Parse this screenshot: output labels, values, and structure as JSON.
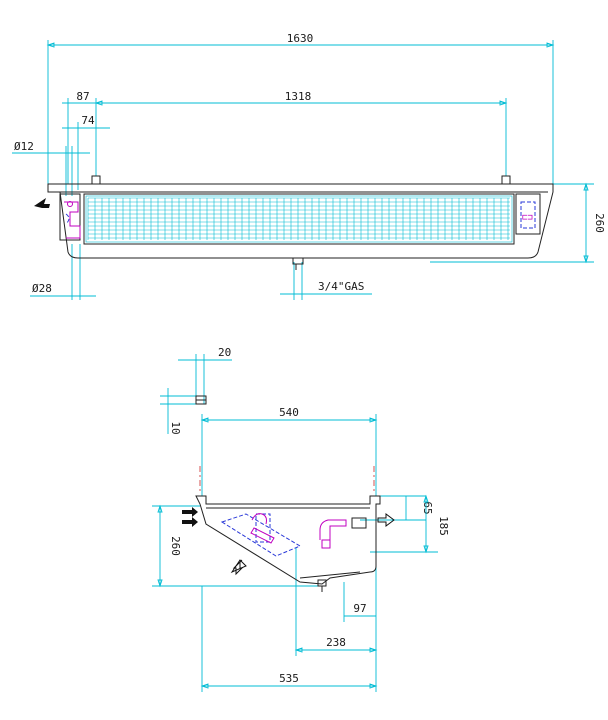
{
  "front_view": {
    "overall_length": "1630",
    "edge_offset": "87",
    "support_spacing": "1318",
    "inlet_offset": "74",
    "inlet_diameter": "Ø12",
    "outlet_diameter": "Ø28",
    "drain_thread": "3/4\"GAS",
    "height": "260"
  },
  "side_view": {
    "bracket_width": "20",
    "bracket_height": "10",
    "top_width": "540",
    "top_height": "65",
    "outlet_height": "185",
    "overall_height": "260",
    "drain_offset": "97",
    "outlet_offset": "238",
    "base_width": "535"
  },
  "colors": {
    "dimension": "#00bcd4",
    "outline": "#222222",
    "fittings": "#c000c0",
    "hidden_lines": "#2a39d8",
    "centerline": "#d04040"
  }
}
